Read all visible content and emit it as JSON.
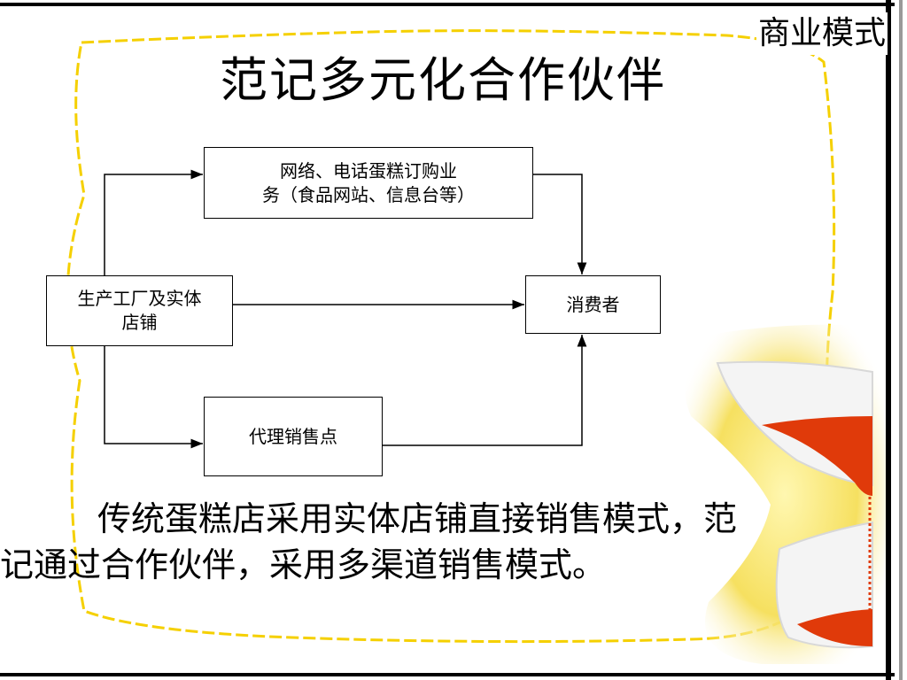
{
  "section_label": "商业模式",
  "title": "范记多元化合作伙伴",
  "diagram": {
    "nodes": {
      "online": {
        "lines": [
          "网络、电话蛋糕订购业",
          "务（食品网站、信息台等）"
        ]
      },
      "factory": {
        "lines": [
          "生产工厂及实体",
          "店铺"
        ]
      },
      "consumer": {
        "lines": [
          "消费者"
        ]
      },
      "agent": {
        "lines": [
          "代理销售点"
        ]
      }
    }
  },
  "description": {
    "line1": "传统蛋糕店采用实体店铺直接销售模式，范",
    "line2": "记通过合作伙伴，采用多渠道销售模式。"
  },
  "colors": {
    "border_yellow": "#f5d000",
    "hourglass_red": "#e03a0a",
    "frame": "#000000"
  },
  "icons": [
    "hourglass-icon"
  ]
}
